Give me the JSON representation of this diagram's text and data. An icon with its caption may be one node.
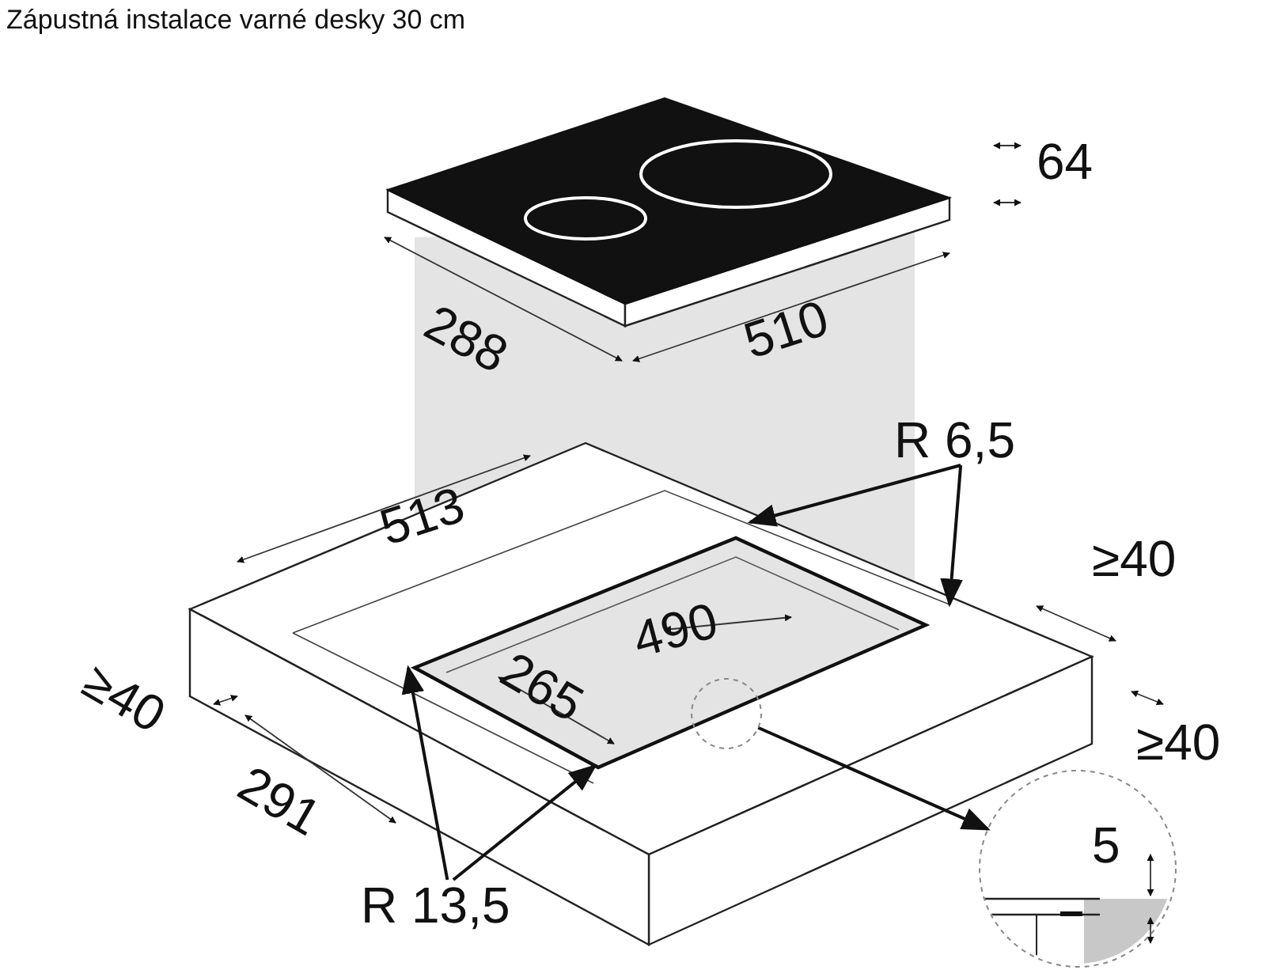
{
  "diagram": {
    "title": "Zápustná instalace varné desky 30 cm",
    "nodes": [
      {
        "text": [
          "R 6,5"
        ]
      },
      {
        "text": [
          "R 13,5"
        ]
      },
      {
        "text": [],
        "shape": "circle"
      },
      {
        "text": [],
        "shape": "circle"
      }
    ],
    "edges": [
      {
        "from": 0,
        "to": null,
        "arrow": "to"
      },
      {
        "from": 0,
        "to": null,
        "arrow": "to"
      },
      {
        "from": 1,
        "to": null,
        "arrow": "to"
      },
      {
        "from": 1,
        "to": null,
        "arrow": "to"
      },
      {
        "from": 2,
        "to": 3,
        "arrow": "to"
      }
    ],
    "labels": [
      "64",
      "288",
      "510",
      "513",
      "≥40",
      "490",
      "≥40",
      "265",
      "≥40",
      "291",
      "5"
    ]
  }
}
